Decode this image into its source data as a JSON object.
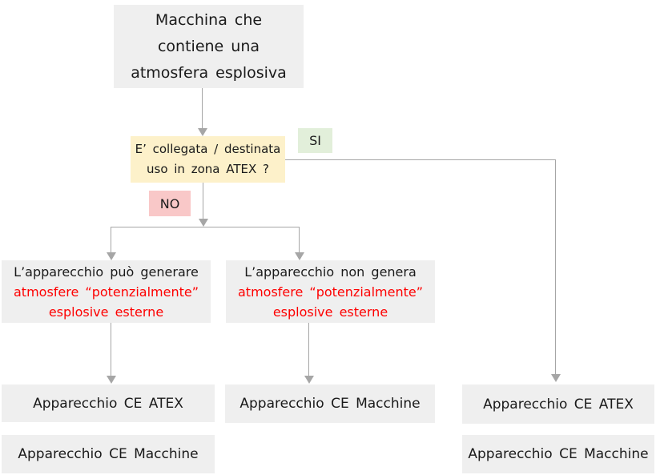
{
  "colors": {
    "background": "#ffffff",
    "node_bg": "#efefef",
    "decision_bg": "#fdf1ca",
    "yes_bg": "#e2efda",
    "no_bg": "#f9c8c8",
    "red_text": "#fe0000",
    "text": "#1a1a1a",
    "line": "#a6a6a6"
  },
  "flowchart": {
    "start": {
      "lines": [
        "Macchina che",
        "contiene una",
        "atmosfera esplosiva"
      ]
    },
    "decision": {
      "lines": [
        "E’ collegata / destinata",
        "uso in zona ATEX ?"
      ]
    },
    "yes_label": "SI",
    "no_label": "NO",
    "branch_can_generate": {
      "line1": "L’apparecchio può generare",
      "line2": "atmosfere “potenzialmente”",
      "line3": "esplosive esterne"
    },
    "branch_not_generate": {
      "line1": "L’apparecchio non genera",
      "line2": "atmosfere “potenzialmente”",
      "line3": "esplosive esterne"
    },
    "outcomes": {
      "left_atex": "Apparecchio CE ATEX",
      "left_macchine": "Apparecchio CE Macchine",
      "center_macchine": "Apparecchio CE Macchine",
      "right_atex": "Apparecchio CE ATEX",
      "right_macchine": "Apparecchio CE Macchine"
    }
  }
}
